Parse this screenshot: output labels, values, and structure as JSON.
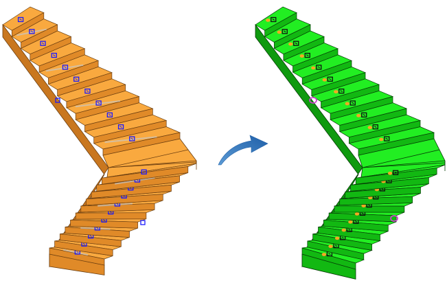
{
  "figure": {
    "left_stair": {
      "name": "stair-before",
      "tread_color": "#f9a93f",
      "riser_color": "#e08a28",
      "stringer_color": "#c9771f",
      "edge_color": "#6b3e10",
      "tag_color": "#1a1aff",
      "stripe_color": "#c8c8c8"
    },
    "right_stair": {
      "name": "stair-after",
      "tread_color": "#22ee22",
      "riser_color": "#12b812",
      "stringer_color": "#0f9a0f",
      "edge_color": "#053a05",
      "tag_color": "#111111",
      "dot_color": "#f5a623",
      "accent_color": "#cc44cc"
    },
    "arrow": {
      "name": "transform-arrow",
      "color_light": "#5b9bd5",
      "color_dark": "#1f5fa8"
    },
    "steps_upper": 11,
    "steps_lower": 11
  }
}
